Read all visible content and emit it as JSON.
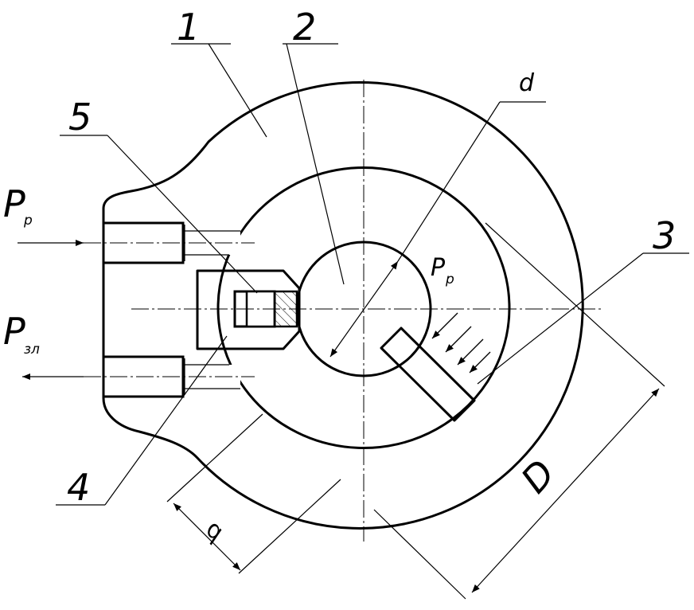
{
  "labels": {
    "housing": "1",
    "rotor": "2",
    "vane": "3",
    "piston": "4",
    "stopper": "5",
    "rotor_dim": "d",
    "housing_dim": "D",
    "bottom_dim": "d"
  },
  "pressures": {
    "work": {
      "base": "P",
      "sub": "р"
    },
    "drain": {
      "base": "P",
      "sub": "зл"
    },
    "rotor": {
      "base": "P",
      "sub": "р"
    }
  },
  "colors": {
    "ink": "#000000",
    "paper": "#ffffff"
  }
}
